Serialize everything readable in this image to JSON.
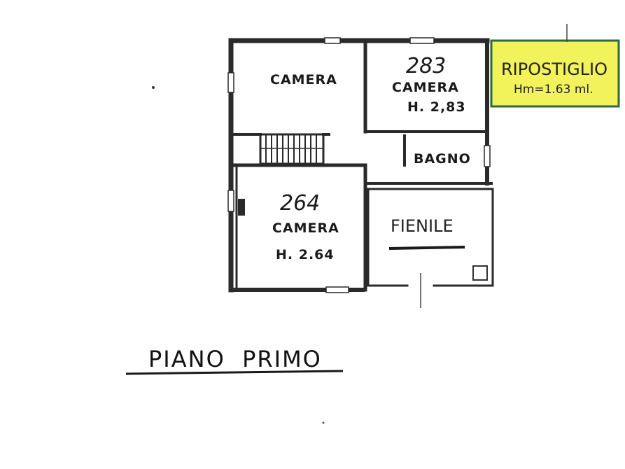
{
  "plan": {
    "rooms": {
      "camera_top_left": {
        "name": "CAMERA"
      },
      "camera_top_right": {
        "name": "CAMERA",
        "height": "H. 2,83",
        "handwritten": "283"
      },
      "bagno": {
        "name": "BAGNO"
      },
      "camera_bottom": {
        "name": "CAMERA",
        "height": "H. 2.64",
        "handwritten": "264"
      },
      "fienile": {
        "name": "FIENILE"
      }
    },
    "ripostiglio": {
      "name": "RIPOSTIGLIO",
      "height": "Hm=1.63 ml.",
      "highlight_color": "#f2f25a",
      "border_color": "#2f6b3a"
    },
    "floor_title": "PIANO  PRIMO"
  }
}
